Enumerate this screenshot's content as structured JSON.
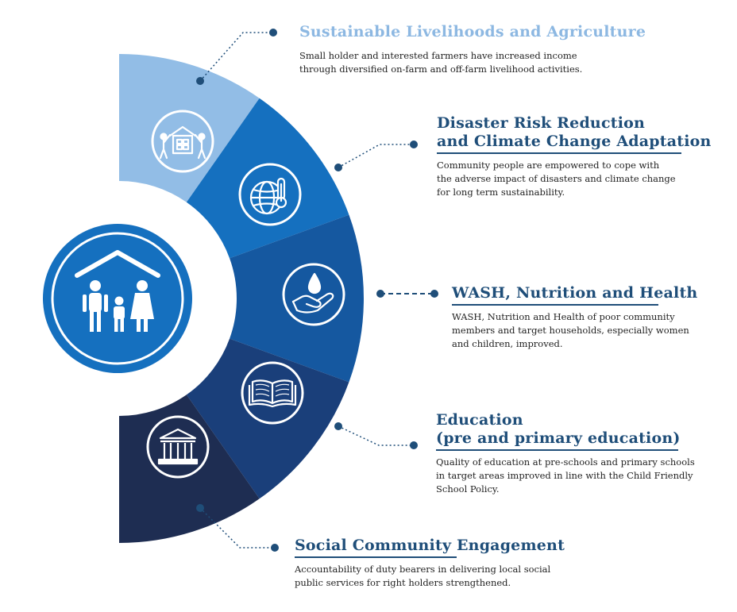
{
  "colors": {
    "segments": [
      "#92bde6",
      "#1570bf",
      "#1558a0",
      "#1a3f7a",
      "#1e2d52"
    ],
    "hub": "#1570bf",
    "connector": "#1f4e79",
    "title": "#1f4e79",
    "title_light": "#8db8e2"
  },
  "hub": {
    "icon": "family-house-icon"
  },
  "items": [
    {
      "icon": "community-building-house-icon",
      "title_lines": [
        "Sustainable Livelihoods and Agriculture"
      ],
      "description": "Small holder and interested farmers have increased income\nthrough diversified on-farm  and off-farm  livelihood activities."
    },
    {
      "icon": "globe-thermometer-icon",
      "title_lines": [
        "Disaster Risk Reduction",
        "and Climate Change Adaptation"
      ],
      "description": "Community people are empowered to cope with\nthe adverse impact of disasters and climate change\nfor long term sustainability."
    },
    {
      "icon": "hand-water-drop-icon",
      "title_lines": [
        "WASH, Nutrition and Health"
      ],
      "description": "WASH, Nutrition and Health of poor community\nmembers and target households, especially women\nand children, improved."
    },
    {
      "icon": "open-book-icon",
      "title_lines": [
        "Education",
        "(pre and primary education)"
      ],
      "description": "Quality  of education at pre-schools and primary schools\nin target areas improved in line with the Child Friendly\nSchool Policy."
    },
    {
      "icon": "public-building-icon",
      "title_lines": [
        "Social Community Engagement"
      ],
      "description": "Accountability of duty bearers in delivering local social\npublic services for right holders strengthened."
    }
  ]
}
